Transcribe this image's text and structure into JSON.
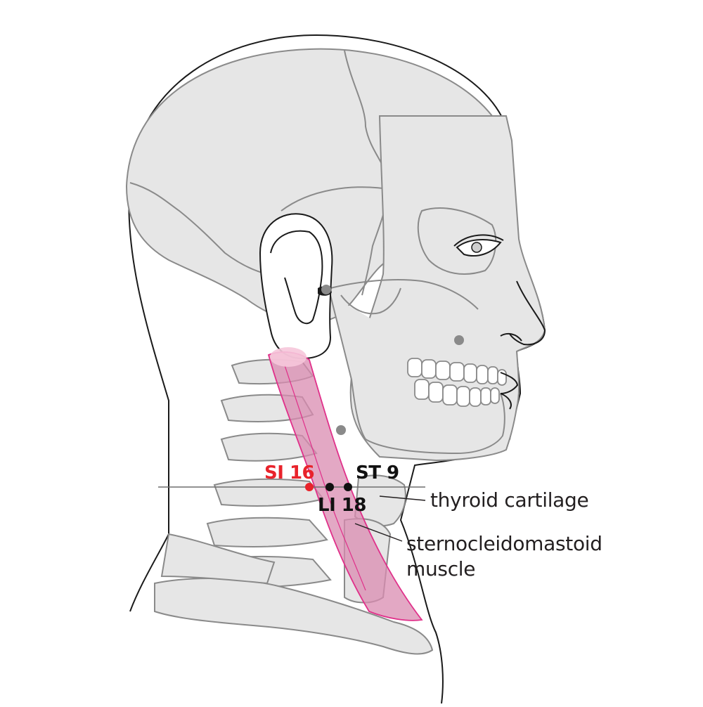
{
  "points": {
    "si16": {
      "label": "SI 16",
      "color": "#e8232b"
    },
    "st9": {
      "label": "ST 9",
      "color": "#111111"
    },
    "li18": {
      "label": "LI 18",
      "color": "#111111"
    }
  },
  "labels": {
    "thyroid": "thyroid cartilage",
    "scm_line1": "sternocleidomastoid",
    "scm_line2": "muscle"
  },
  "colors": {
    "bone": "#e6e6e6",
    "outline": "#1a1a1a",
    "bone_line": "#8a8a8a",
    "muscle_fill": "#d98bb0",
    "muscle_stroke": "#e0308a",
    "highlight": "#e8232b"
  }
}
